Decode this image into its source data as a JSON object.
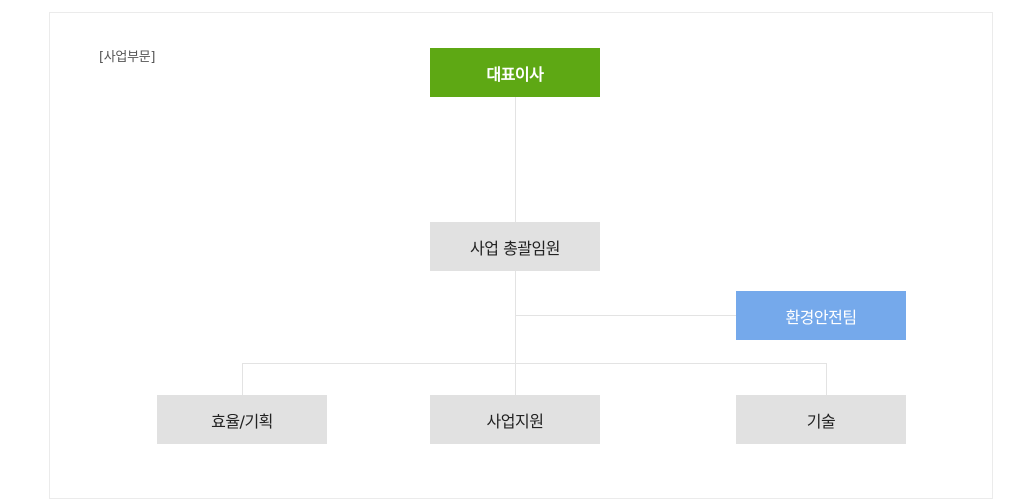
{
  "section_label": "[사업부문]",
  "org": {
    "ceo": "대표이사",
    "executive": "사업 총괄임원",
    "staff_team": "환경안전팀",
    "departments": [
      "효율/기획",
      "사업지원",
      "기술"
    ]
  },
  "colors": {
    "ceo_fill": "#5ea814",
    "staff_fill": "#75a9eb",
    "department_fill": "#e1e1e1",
    "connector": "#e3e3e3",
    "frame_border": "#ebebeb"
  }
}
